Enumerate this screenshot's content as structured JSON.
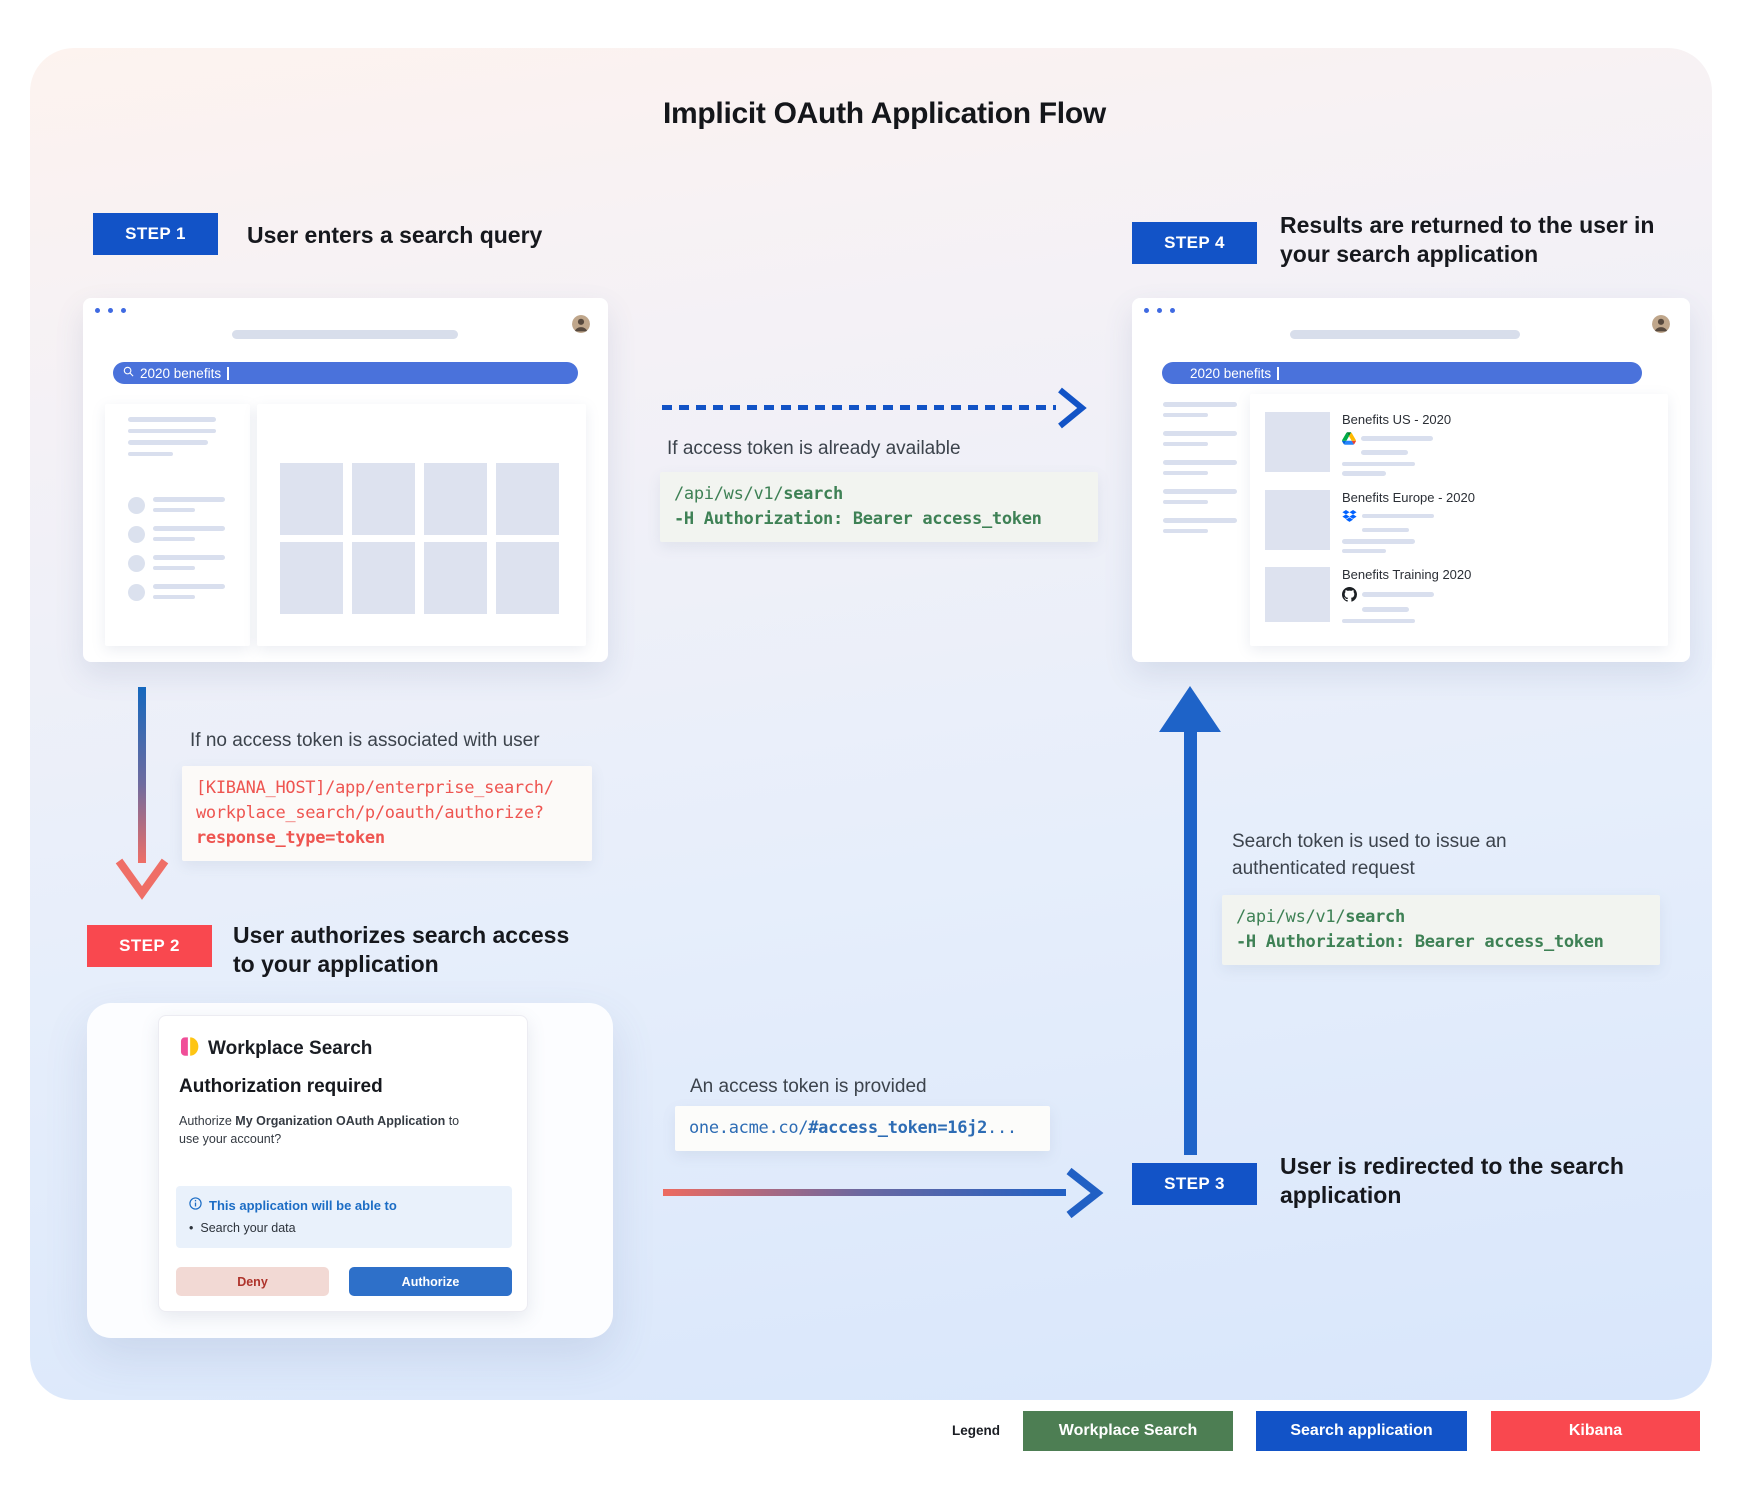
{
  "title": "Implicit OAuth Application Flow",
  "steps": [
    {
      "badge": "STEP 1",
      "label": "User enters a search query"
    },
    {
      "badge": "STEP 2",
      "label": "User authorizes search access to your application"
    },
    {
      "badge": "STEP 3",
      "label": "User is redirected to the search application"
    },
    {
      "badge": "STEP 4",
      "label": "Results are returned to the user in your search application"
    }
  ],
  "browser_left": {
    "search_query": "2020 benefits"
  },
  "browser_right": {
    "search_query": "2020 benefits",
    "results": [
      {
        "title": "Benefits US - 2020",
        "icon": "google-drive-icon"
      },
      {
        "title": "Benefits Europe - 2020",
        "icon": "dropbox-icon"
      },
      {
        "title": "Benefits Training 2020",
        "icon": "github-icon"
      }
    ]
  },
  "annotations": {
    "token_available": "If access token is already available",
    "no_token": "If no access token is associated with user",
    "token_provided": "An access token is provided",
    "token_used": "Search token is used to issue an authenticated request"
  },
  "code": {
    "search_api": {
      "prefix": "/api/ws/v1/",
      "endpoint": "search",
      "header_line": "-H Authorization: Bearer access_token"
    },
    "authorize_url": {
      "line1": "[KIBANA_HOST]/app/enterprise_search/",
      "line2": "workplace_search/p/oauth/authorize?",
      "line3": "response_type=token"
    },
    "redirect": {
      "prefix": "one.acme.co/",
      "fragment": "#access_token=16j2",
      "suffix": "..."
    }
  },
  "dialog": {
    "product": "Workplace Search",
    "heading": "Authorization required",
    "body_pre": "Authorize ",
    "body_app": "My Organization OAuth Application",
    "body_post": " to use your account?",
    "scope_title": "This application will be able to",
    "scope_item": "Search your data",
    "deny_label": "Deny",
    "authorize_label": "Authorize"
  },
  "legend": {
    "label": "Legend",
    "items": [
      {
        "label": "Workplace Search",
        "color": "#4d7e53"
      },
      {
        "label": "Search application",
        "color": "#1253c7"
      },
      {
        "label": "Kibana",
        "color": "#f9484f"
      }
    ]
  },
  "colors": {
    "accent_blue": "#1253c7",
    "accent_red": "#f9484f",
    "accent_green": "#4d7e53",
    "search_bar_blue": "#4a72db",
    "code_green": "#3e8155",
    "code_red": "#ee5551",
    "code_blue": "#2d6cb4"
  }
}
